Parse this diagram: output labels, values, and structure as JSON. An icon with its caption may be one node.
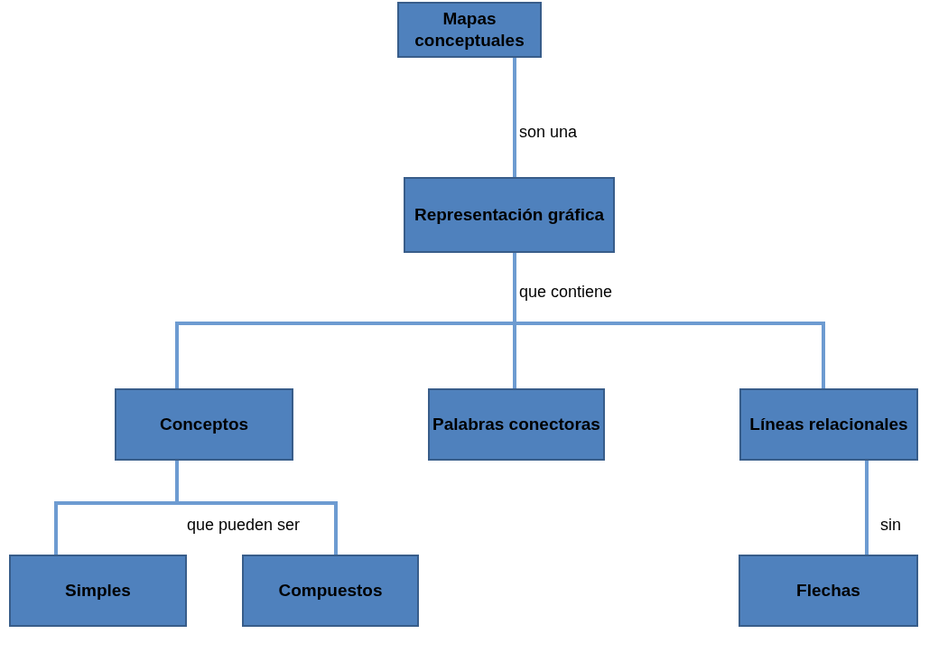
{
  "diagram": {
    "nodes": [
      {
        "text": [
          "Mapas conceptuales"
        ]
      },
      {
        "text": [
          "Representación gráfica"
        ]
      },
      {
        "text": [
          "Conceptos"
        ]
      },
      {
        "text": [
          "Palabras conectoras"
        ]
      },
      {
        "text": [
          "Líneas relacionales"
        ]
      },
      {
        "text": [
          "Simples"
        ]
      },
      {
        "text": [
          "Compuestos"
        ]
      },
      {
        "text": [
          "Flechas"
        ]
      }
    ],
    "edges": [
      {
        "from": 0,
        "to": 1,
        "arrow": "none",
        "label": "son una"
      },
      {
        "from": 1,
        "to": 2,
        "arrow": "none",
        "label": "que contiene"
      },
      {
        "from": 1,
        "to": 3,
        "arrow": "none"
      },
      {
        "from": 1,
        "to": 4,
        "arrow": "none"
      },
      {
        "from": 2,
        "to": 5,
        "arrow": "none",
        "label": "que pueden ser"
      },
      {
        "from": 2,
        "to": 6,
        "arrow": "none"
      },
      {
        "from": 4,
        "to": 7,
        "arrow": "none",
        "label": "sin"
      }
    ]
  }
}
